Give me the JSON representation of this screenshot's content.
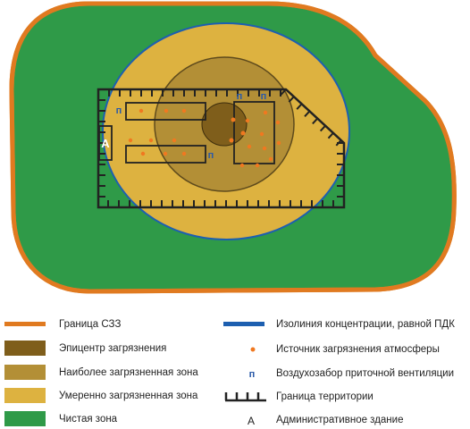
{
  "colors": {
    "sanitary_zone_border": "#e07a20",
    "clean_zone": "#2f9a48",
    "moderate_zone": "#ddb240",
    "most_polluted_zone": "#b38f36",
    "epicenter": "#7f5e1b",
    "pdk_isoline": "#1d5fb0",
    "territory_border": "#222222",
    "pollution_source": "#f07820",
    "air_intake": "#2a5aa8"
  },
  "map": {
    "air_intake_glyph": "п",
    "admin_building_glyph": "А"
  },
  "legend": {
    "szz_border": "Граница СЗЗ",
    "epicenter": "Эпицентр загрязнения",
    "most_polluted": "Наиболее загрязненная зона",
    "moderate": "Умеренно загрязненная зона",
    "clean": "Чистая зона",
    "pdk_isoline": "Изолиния концентрации, равной ПДК",
    "source": "Источник загрязнения атмосферы",
    "air_intake": "Воздухозабор приточной вентиляции",
    "territory_border": "Граница территории",
    "admin_building": "Административное здание",
    "air_intake_symbol": "п",
    "admin_symbol": "А"
  }
}
